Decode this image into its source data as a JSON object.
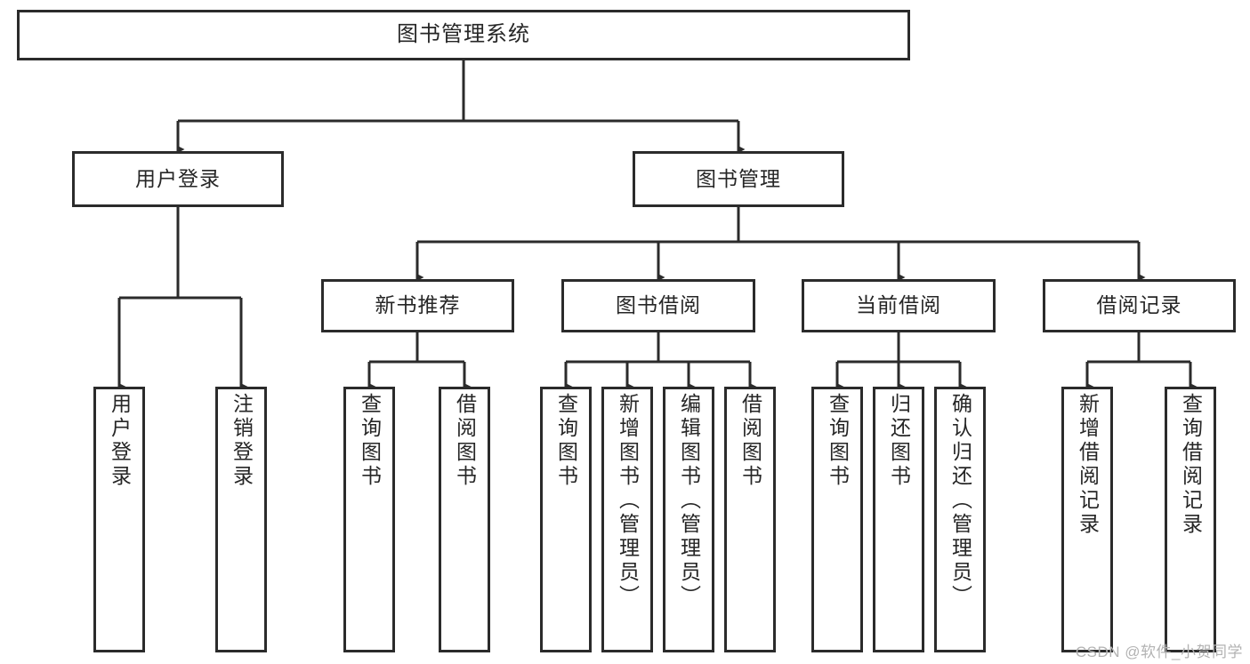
{
  "diagram": {
    "title": "图书管理系统",
    "type": "tree-hierarchy",
    "stroke_color": "#2b2b2b",
    "fill_color": "#ffffff",
    "background": "#ffffff"
  },
  "nodes": {
    "root": {
      "label": "图书管理系统"
    },
    "level2": [
      {
        "id": "user-login",
        "label": "用户登录"
      },
      {
        "id": "book-management",
        "label": "图书管理"
      }
    ],
    "level3": [
      {
        "id": "new-book-recommend",
        "label": "新书推荐"
      },
      {
        "id": "book-borrow",
        "label": "图书借阅"
      },
      {
        "id": "current-borrow",
        "label": "当前借阅"
      },
      {
        "id": "borrow-record",
        "label": "借阅记录"
      }
    ],
    "leaves": {
      "user_login": [
        {
          "id": "leaf-user-login",
          "label": "用户登录"
        },
        {
          "id": "leaf-logout-login",
          "label": "注销登录"
        }
      ],
      "new_book_recommend": [
        {
          "id": "leaf-query-book-1",
          "label": "查询图书"
        },
        {
          "id": "leaf-borrow-book-1",
          "label": "借阅图书"
        }
      ],
      "book_borrow": [
        {
          "id": "leaf-query-book-2",
          "label": "查询图书"
        },
        {
          "id": "leaf-add-book",
          "label": "新增图书（管理员）"
        },
        {
          "id": "leaf-edit-book",
          "label": "编辑图书（管理员）"
        },
        {
          "id": "leaf-borrow-book-2",
          "label": "借阅图书"
        }
      ],
      "current_borrow": [
        {
          "id": "leaf-query-book-3",
          "label": "查询图书"
        },
        {
          "id": "leaf-return-book",
          "label": "归还图书"
        },
        {
          "id": "leaf-confirm-return",
          "label": "确认归还（管理员）"
        }
      ],
      "borrow_record": [
        {
          "id": "leaf-add-record",
          "label": "新增借阅记录"
        },
        {
          "id": "leaf-query-record",
          "label": "查询借阅记录"
        }
      ]
    }
  },
  "watermark": {
    "text": "CSDN @软件_小贺同学"
  }
}
